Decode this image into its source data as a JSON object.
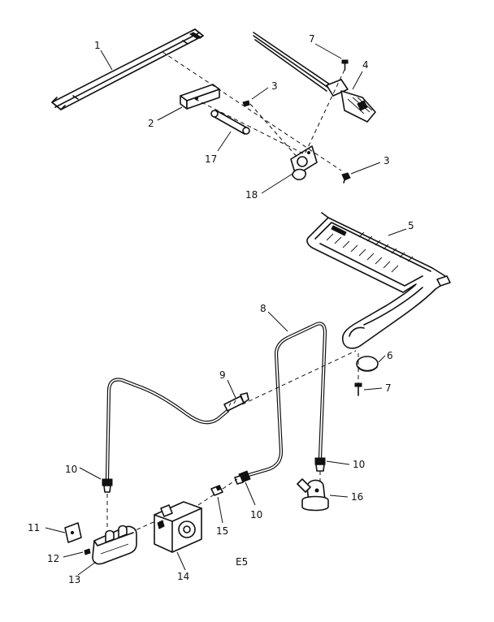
{
  "diagram": {
    "figure_code": "E5",
    "callouts": [
      {
        "id": "c1",
        "text": "1"
      },
      {
        "id": "c2",
        "text": "2"
      },
      {
        "id": "c3a",
        "text": "3"
      },
      {
        "id": "c3b",
        "text": "3"
      },
      {
        "id": "c4",
        "text": "4"
      },
      {
        "id": "c5",
        "text": "5"
      },
      {
        "id": "c6",
        "text": "6"
      },
      {
        "id": "c7a",
        "text": "7"
      },
      {
        "id": "c7b",
        "text": "7"
      },
      {
        "id": "c8",
        "text": "8"
      },
      {
        "id": "c9",
        "text": "9"
      },
      {
        "id": "c10a",
        "text": "10"
      },
      {
        "id": "c10b",
        "text": "10"
      },
      {
        "id": "c10c",
        "text": "10"
      },
      {
        "id": "c11",
        "text": "11"
      },
      {
        "id": "c12",
        "text": "12"
      },
      {
        "id": "c13",
        "text": "13"
      },
      {
        "id": "c14",
        "text": "14"
      },
      {
        "id": "c15",
        "text": "15"
      },
      {
        "id": "c16",
        "text": "16"
      },
      {
        "id": "c17",
        "text": "17"
      },
      {
        "id": "c18",
        "text": "18"
      }
    ]
  }
}
